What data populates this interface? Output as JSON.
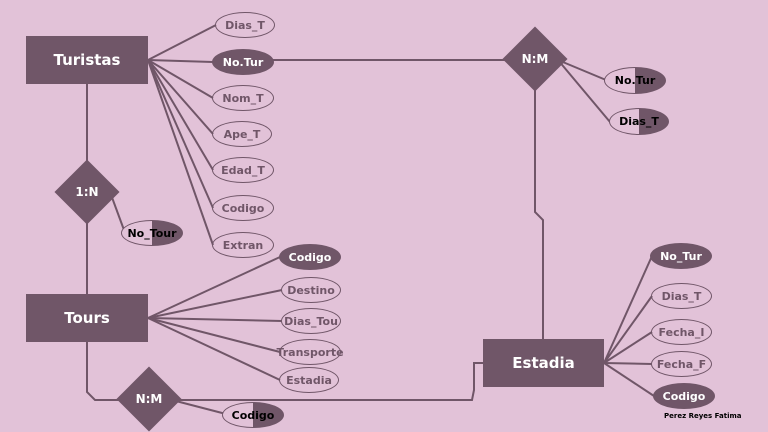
{
  "entities": {
    "turistas": "Turistas",
    "tours": "Tours",
    "estadia": "Estadia"
  },
  "relations": {
    "turistas_tours": "1:N",
    "turistas_estadia": "N:M",
    "tours_estadia": "N:M"
  },
  "attributes": {
    "turistas": [
      "Dias_T",
      "No.Tur",
      "Nom_T",
      "Ape_T",
      "Edad_T",
      "Codigo",
      "Extran"
    ],
    "rel_1n": [
      "No_Tour"
    ],
    "rel_nm_top": [
      "No.Tur",
      "Dias_T"
    ],
    "tours": [
      "Codigo",
      "Destino",
      "Dias_Tou",
      "Transporte",
      "Estadia"
    ],
    "rel_nm_bottom": [
      "Codigo"
    ],
    "estadia": [
      "No_Tur",
      "Dias_T",
      "Fecha_I",
      "Fecha_F",
      "Codigo"
    ]
  },
  "author": "Perez Reyes Fatima",
  "colors": {
    "background": "#e2c2d8",
    "primary": "#705668"
  }
}
